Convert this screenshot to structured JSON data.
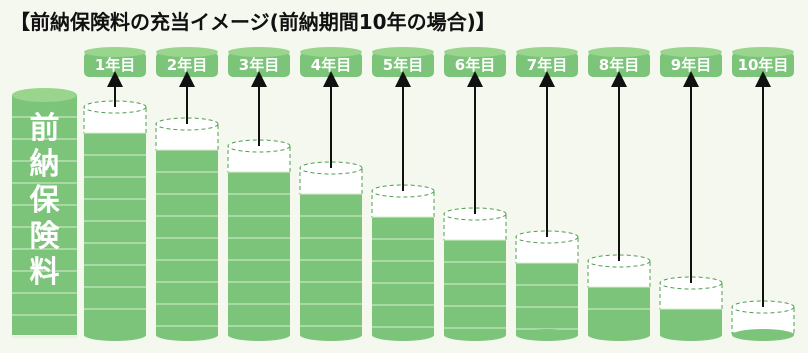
{
  "title": "【前納保険料の充当イメージ(前納期間10年の場合)】",
  "left_label": "前納保険料",
  "years": [
    "1年目",
    "2年目",
    "3年目",
    "4年目",
    "5年目",
    "6年目",
    "7年目",
    "8年目",
    "9年目",
    "10年目"
  ],
  "colors": {
    "green": "#7cc47a",
    "green_dark": "#4f9f4f",
    "green_light": "#9ad58d",
    "background": "#f4f8ef",
    "arrow": "#111111",
    "white": "#ffffff"
  }
}
